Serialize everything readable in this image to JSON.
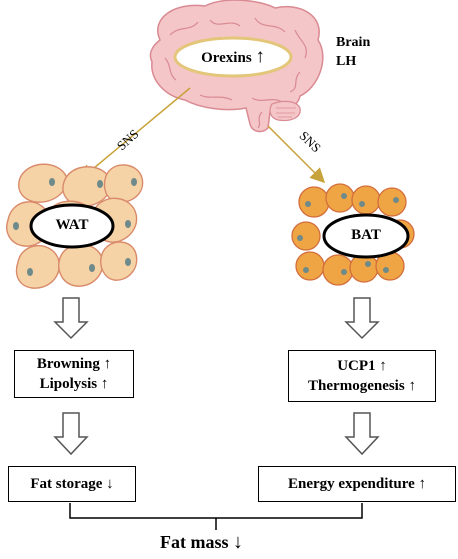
{
  "brain": {
    "label_line1": "Brain",
    "label_line2": "LH",
    "orexins_label": "Orexins",
    "orexins_arrow": "↑"
  },
  "pathways": {
    "left_nerve": "SNS",
    "right_nerve": "SNS"
  },
  "tissues": {
    "white_label": "WAT",
    "brown_label": "BAT"
  },
  "effects": {
    "left_line1": "Browning ↑",
    "left_line2": "Lipolysis ↑",
    "right_line1": "UCP1 ↑",
    "right_line2": "Thermogenesis ↑"
  },
  "outcomes": {
    "left": "Fat storage ↓",
    "right": "Energy expenditure ↑"
  },
  "result": {
    "label": "Fat mass",
    "arrow": "↓"
  },
  "colors": {
    "brain_fill": "#f4c6c8",
    "brain_stroke": "#d98a92",
    "orexins_oval": "#e3c67a",
    "sns_arrow": "#c8a23a",
    "wat_fill": "#f5d3a6",
    "wat_stroke": "#d98a6a",
    "bat_fill": "#f0a545",
    "bat_stroke": "#d26d3c",
    "nucleus": "#6f8a8a"
  }
}
